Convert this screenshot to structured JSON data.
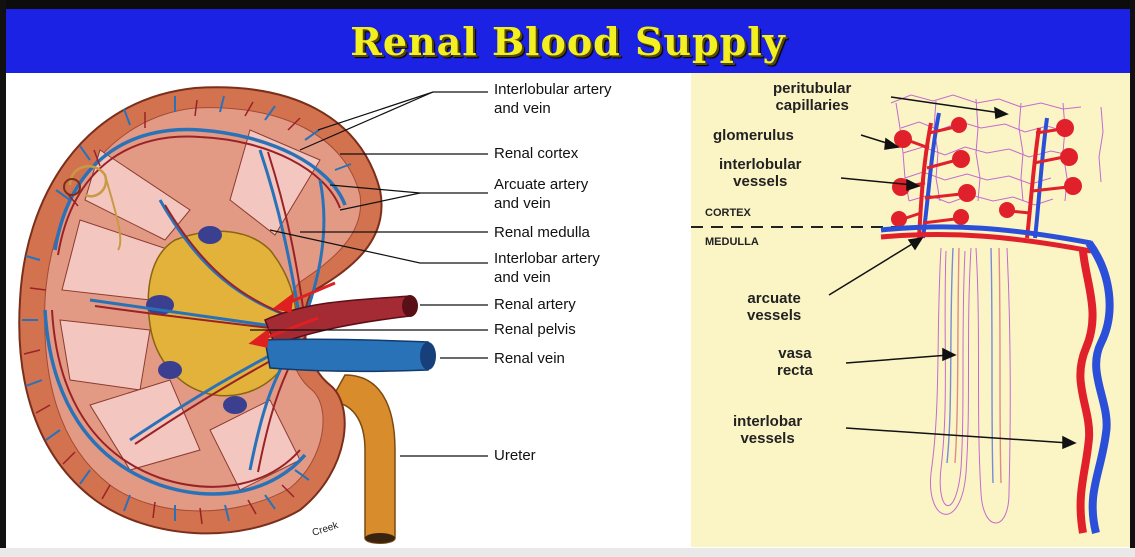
{
  "title": "Renal Blood Supply",
  "kidney_diagram": {
    "labels": {
      "interlobular": "Interlobular artery\nand vein",
      "cortex": "Renal cortex",
      "arcuate": "Arcuate artery\nand vein",
      "medulla": "Renal medulla",
      "interlobar": "Interlobar artery\nand vein",
      "artery": "Renal artery",
      "pelvis": "Renal pelvis",
      "vein": "Renal vein",
      "ureter": "Ureter"
    },
    "credit": "Creek"
  },
  "nephron_diagram": {
    "labels": {
      "peritubular": "peritubular\ncapillaries",
      "glomerulus": "glomerulus",
      "interlobular": "interlobular\nvessels",
      "arcuate": "arcuate\nvessels",
      "vasa_recta": "vasa\nrecta",
      "interlobar": "interlobar\nvessels"
    },
    "zone_cortex": "CORTEX",
    "zone_medulla": "MEDULLA"
  },
  "colors": {
    "title_bar": "#1b22e3",
    "title_text": "#f2f020",
    "artery": "#e0202a",
    "vein": "#2b4fd8",
    "right_panel_bg": "#fbf5c6"
  }
}
